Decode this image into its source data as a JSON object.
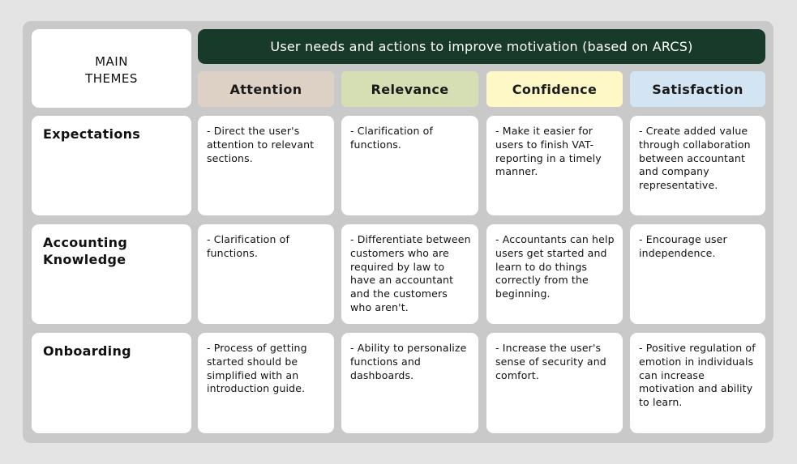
{
  "header": {
    "corner_label": "MAIN\nTHEMES",
    "title": "User needs and actions to improve motivation (based on ARCS)"
  },
  "columns": [
    {
      "label": "Attention",
      "color": "#dcd1c4"
    },
    {
      "label": "Relevance",
      "color": "#d5dfb3"
    },
    {
      "label": "Confidence",
      "color": "#fdf8c6"
    },
    {
      "label": "Satisfaction",
      "color": "#d3e4f3"
    }
  ],
  "rows": [
    {
      "label": "Expectations",
      "cells": [
        "- Direct the user's attention to relevant sections.",
        "- Clarification of functions.",
        "- Make it easier for users to finish VAT-reporting in a timely manner.",
        "- Create added value through collaboration between accountant and company representative."
      ]
    },
    {
      "label": "Accounting\nKnowledge",
      "cells": [
        "- Clarification of functions.",
        "- Differentiate between customers who are required by law to have an accountant and the customers who aren't.",
        "- Accountants can help users get started and learn to do things correctly from the beginning.",
        "- Encourage user independence."
      ]
    },
    {
      "label": "Onboarding",
      "cells": [
        "- Process of getting started should be simplified with an introduction guide.",
        "- Ability to personalize functions and dashboards.",
        "- Increase the user's sense of security and comfort.",
        "- Positive regulation of emotion in individuals can increase motivation and ability to learn."
      ]
    }
  ],
  "colors": {
    "title_bar": "#173a2a",
    "board": "#c9c9c9",
    "page": "#e4e4e4"
  }
}
